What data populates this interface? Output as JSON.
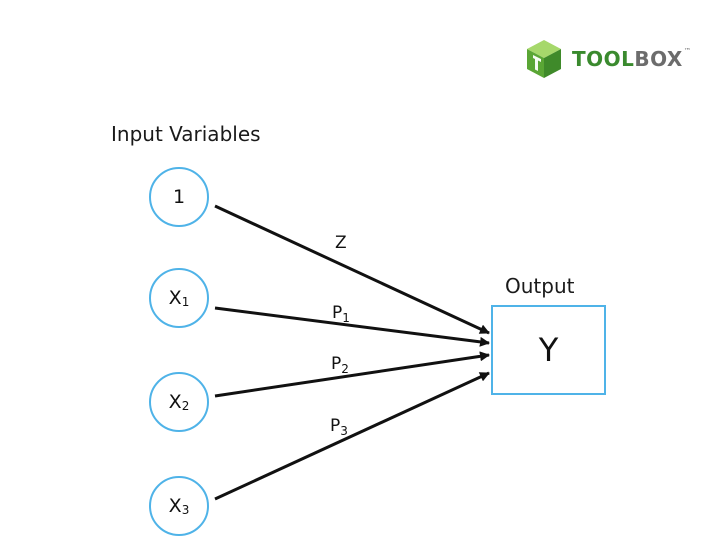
{
  "logo": {
    "part1": "TOOL",
    "part2": "BOX",
    "tm": "™"
  },
  "headings": {
    "inputs": "Input Variables",
    "output": "Output"
  },
  "nodes": [
    {
      "id": "n1",
      "main": "1",
      "sub": ""
    },
    {
      "id": "x1",
      "main": "X",
      "sub": "1"
    },
    {
      "id": "x2",
      "main": "X",
      "sub": "2"
    },
    {
      "id": "x3",
      "main": "X",
      "sub": "3"
    }
  ],
  "edges": [
    {
      "from": "n1",
      "main": "Z",
      "sub": ""
    },
    {
      "from": "x1",
      "main": "P",
      "sub": "1"
    },
    {
      "from": "x2",
      "main": "P",
      "sub": "2"
    },
    {
      "from": "x3",
      "main": "P",
      "sub": "3"
    }
  ],
  "output": {
    "label": "Y"
  },
  "colors": {
    "node_border": "#4fb3e8",
    "arrow": "#111111",
    "logo_green": "#3a8a2e",
    "logo_light_green": "#7ec142",
    "logo_gray": "#6c6c6c"
  },
  "icons": {
    "logo": "toolbox-cube-icon"
  }
}
